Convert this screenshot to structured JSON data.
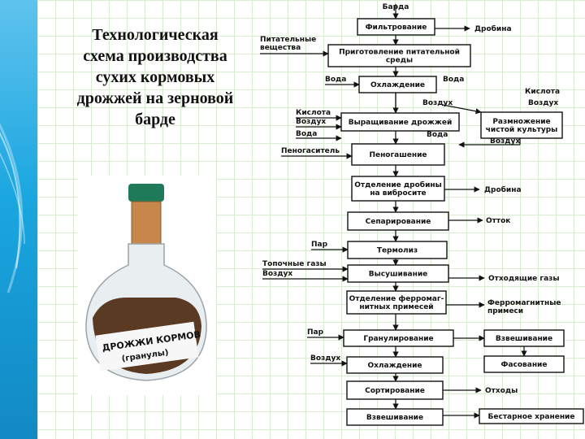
{
  "slide": {
    "title": "Технологическая\nсхема производства\nсухих кормовых\nдрожжей на зерновой\nбарде",
    "bottle_label_line1": "ДРОЖЖИ КОРМОВ",
    "bottle_label_line2": "(гранулы)"
  },
  "diagram": {
    "input_top": "Барда",
    "steps": [
      "Фильтрование",
      "Приготовление питательной\nсреды",
      "Охлаждение",
      "Выращивание дрожжей",
      "Пеногашение",
      "Отделение дробины\nна вибросите",
      "Сепарирование",
      "Термолиз",
      "Высушивание",
      "Отделение ферромаг-\nнитных примесей",
      "Гранулирование",
      "Охлаждение",
      "Сортирование",
      "Взвешивание"
    ],
    "side_steps": [
      "Размножение\nчистой культуры",
      "Взвешивание",
      "Фасование",
      "Бестарное хранение"
    ],
    "inputs": [
      "Питательные\nвещества",
      "Вода",
      "Кислота",
      "Воздух",
      "Вода",
      "Пеногаситель",
      "Пар",
      "Топочные газы",
      "Воздух",
      "Пар",
      "Воздух",
      "Воздух",
      "Кислота",
      "Воздух",
      "Воздух",
      "Вода",
      "Вода"
    ],
    "outputs": [
      "Дробина",
      "Дробина",
      "Отток",
      "Отходящие газы",
      "Ферромагнитные\nпримеси",
      "Отходы"
    ]
  }
}
